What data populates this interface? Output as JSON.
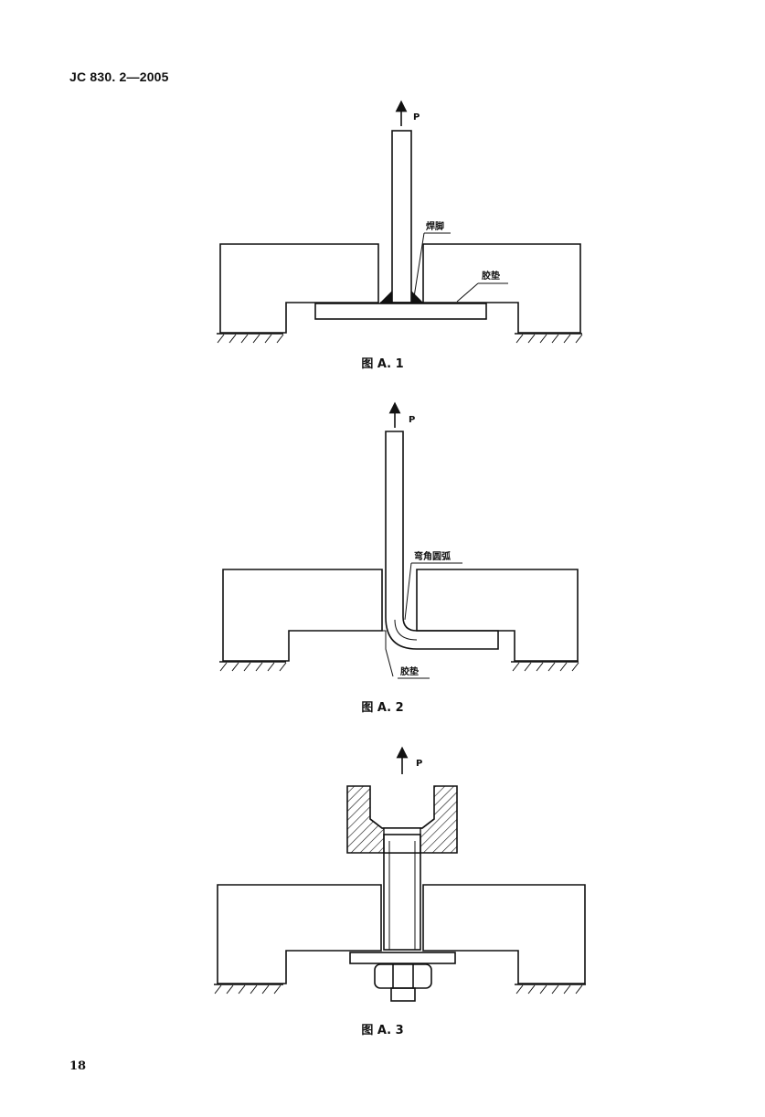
{
  "header": {
    "standard_code": "JC 830. 2—2005"
  },
  "footer": {
    "page_number": "18"
  },
  "figures": [
    {
      "caption": "图 A. 1",
      "labels": {
        "force": "P",
        "weld": "焊脚",
        "pad": "胶垫"
      }
    },
    {
      "caption": "图 A. 2",
      "labels": {
        "force": "P",
        "bend": "弯角圆弧",
        "pad": "胶垫"
      }
    },
    {
      "caption": "图 A. 3",
      "labels": {
        "force": "P"
      }
    }
  ]
}
